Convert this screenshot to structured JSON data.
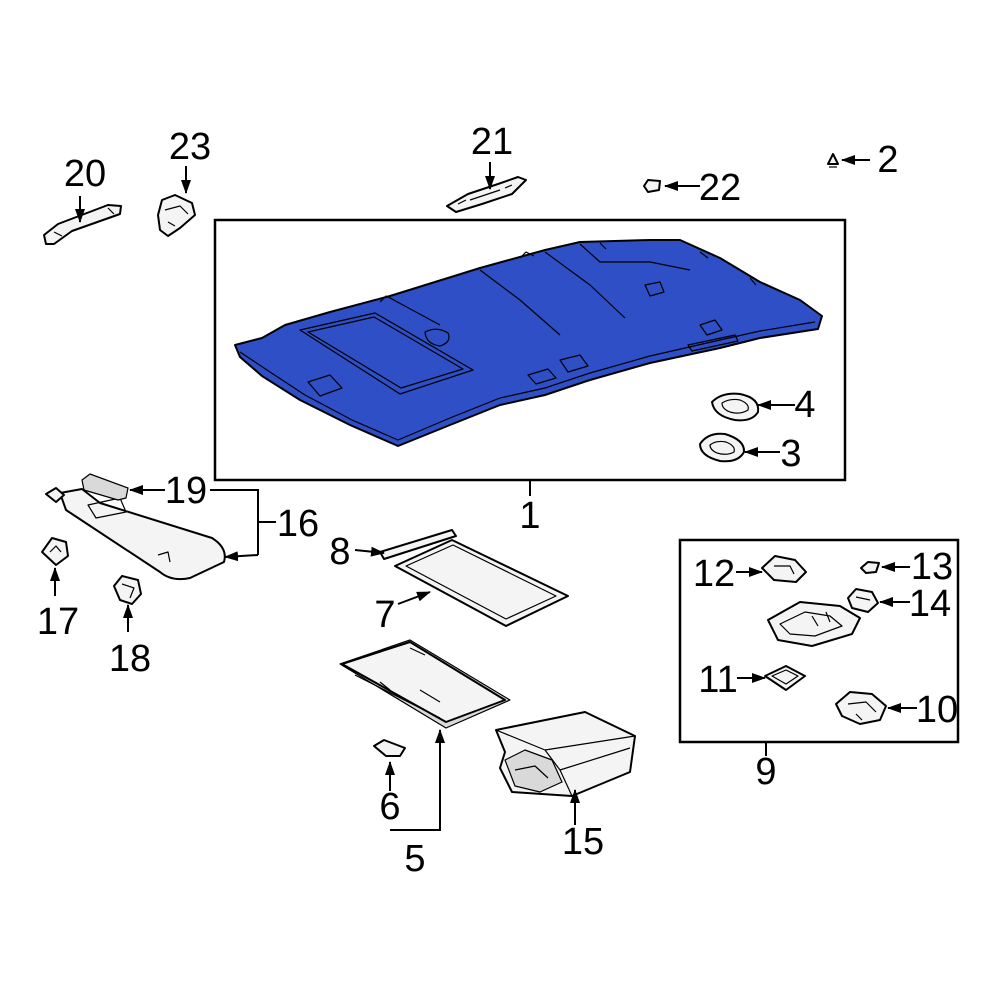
{
  "callouts": {
    "c1": "1",
    "c2": "2",
    "c3": "3",
    "c4": "4",
    "c5": "5",
    "c6": "6",
    "c7": "7",
    "c8": "8",
    "c9": "9",
    "c10": "10",
    "c11": "11",
    "c12": "12",
    "c13": "13",
    "c14": "14",
    "c15": "15",
    "c16": "16",
    "c17": "17",
    "c18": "18",
    "c19": "19",
    "c20": "20",
    "c21": "21",
    "c22": "22",
    "c23": "23"
  },
  "colors": {
    "headliner": "#2e4fc6",
    "headliner_detail": "#1d3596",
    "ink": "#000000"
  }
}
